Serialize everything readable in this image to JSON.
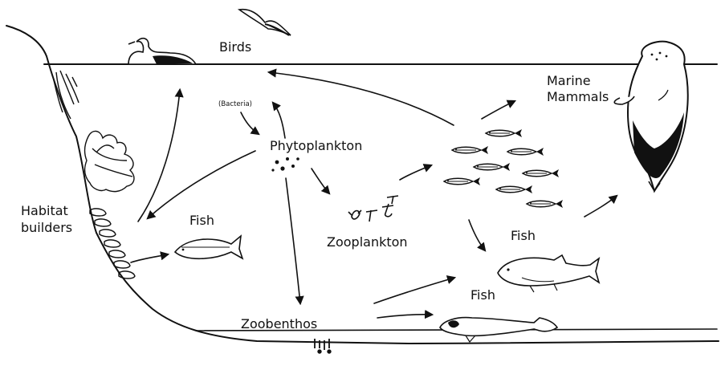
{
  "labels": {
    "birds": "Birds",
    "bacteria": "(Bacteria)",
    "phytoplankton": "Phytoplankton",
    "marine_mammals_line1": "Marine",
    "marine_mammals_line2": "Mammals",
    "habitat_line1": "Habitat",
    "habitat_line2": "builders",
    "fish_shallow": "Fish",
    "zooplankton": "Zooplankton",
    "fish_mid": "Fish",
    "fish_deep": "Fish",
    "zoobenthos": "Zoobenthos"
  }
}
